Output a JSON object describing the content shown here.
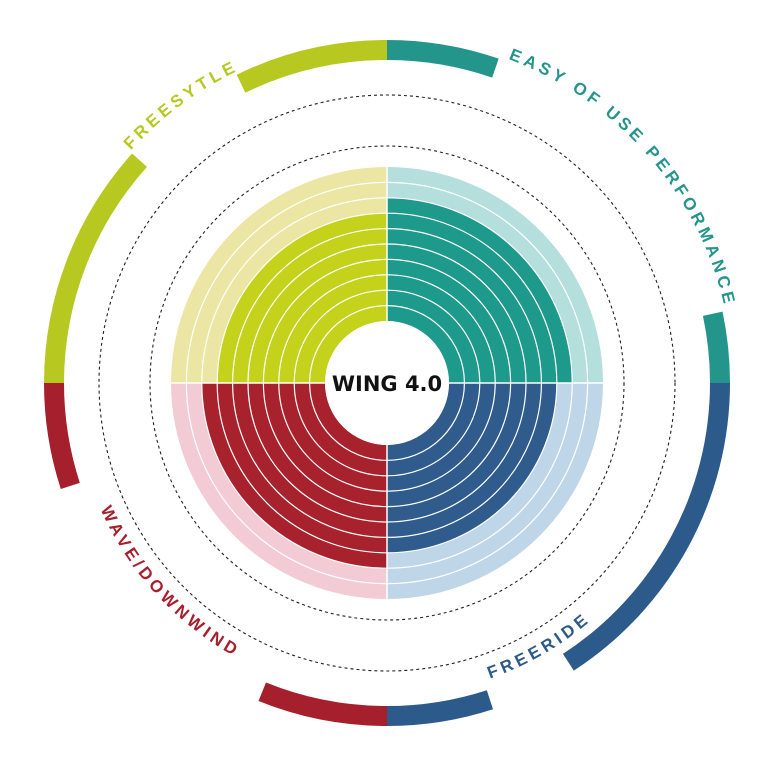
{
  "chart_data": {
    "type": "radial-bar",
    "title": "WING 4.0",
    "scale_max": 10,
    "categories": [
      {
        "name": "EASY OF USE PERFORMANCE",
        "value": 8,
        "color": "#1e9a8c",
        "track_color": "#b4dfdd",
        "ring_color": "#24958a"
      },
      {
        "name": "FREERIDE",
        "value": 7,
        "color": "#2f5c8d",
        "track_color": "#bfd6e8",
        "ring_color": "#2b5a8b"
      },
      {
        "name": "WAVE/DOWNWIND",
        "value": 8,
        "color": "#a8222e",
        "track_color": "#f3cbd4",
        "ring_color": "#a51f2c"
      },
      {
        "name": "FREESYTLE",
        "value": 7,
        "color": "#c4d21c",
        "track_color": "#ebe6a3",
        "ring_color": "#b7c920"
      }
    ]
  }
}
